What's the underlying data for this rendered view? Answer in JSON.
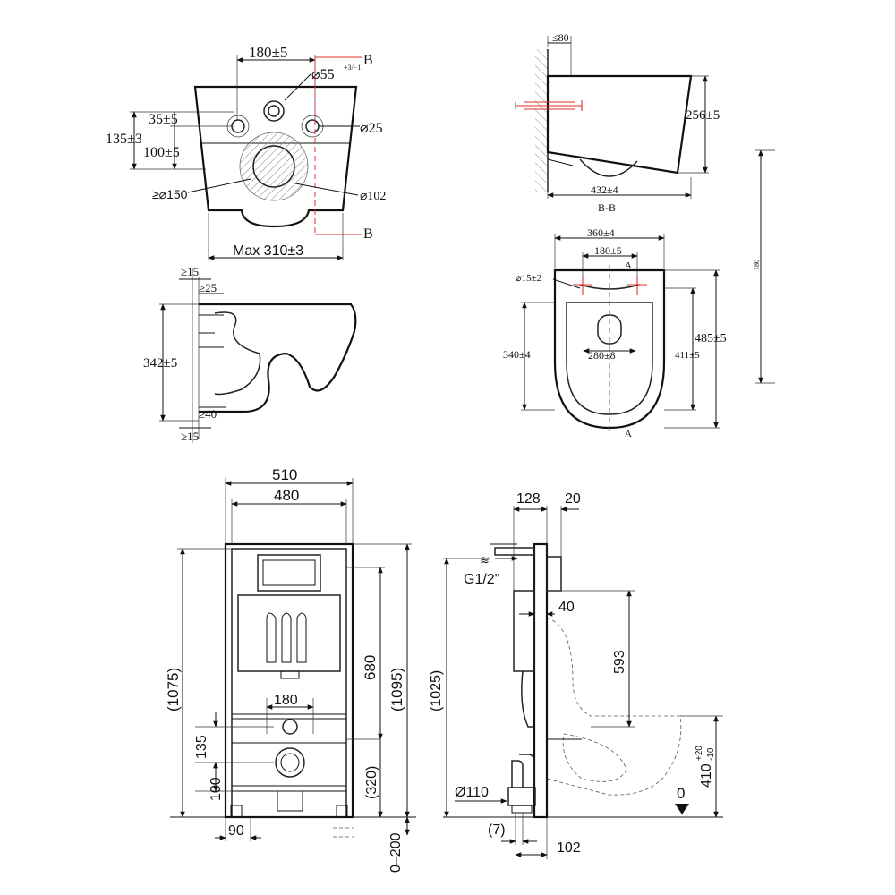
{
  "top_view": {
    "dim_180": "180±5",
    "dim_55": "⌀55",
    "dim_55_tol": "+3/−1",
    "label_b": "B",
    "dim_35": "35±5",
    "dim_135": "135±3",
    "dim_100": "100±5",
    "dim_25": "⌀25",
    "dim_150": "≥⌀150",
    "dim_102": "⌀102",
    "dim_max310": "Max 310±3"
  },
  "section_bb": {
    "dim_80": "≤80",
    "dim_256": "256±5",
    "dim_432": "432±4",
    "caption": "B-B"
  },
  "side_view": {
    "dim_15_top": "≥15",
    "dim_25": "≥25",
    "dim_342": "342±5",
    "dim_40": "≥40",
    "dim_15_bottom": "≥15"
  },
  "plan_view": {
    "dim_360": "360±4",
    "dim_180": "180±5",
    "label_a": "A",
    "dim_15": "⌀15±2",
    "dim_340": "340±4",
    "dim_280": "280±8",
    "dim_485": "485±5",
    "dim_411": "411±5",
    "dim_side": "180"
  },
  "frame_front": {
    "dim_510": "510",
    "dim_480": "480",
    "dim_1075": "(1075)",
    "dim_680": "680",
    "dim_1095": "(1095)",
    "dim_180": "180",
    "dim_135": "135",
    "dim_100": "100",
    "dim_320": "(320)",
    "dim_90": "90",
    "dim_0_200": "0–200"
  },
  "frame_side": {
    "dim_128": "128",
    "dim_20": "20",
    "g12": "G1/2\"",
    "dim_40": "40",
    "dim_1025": "(1025)",
    "dim_593": "593",
    "dim_410": "410",
    "dim_410_tol_up": "+20",
    "dim_410_tol_dn": "-10",
    "zero": "0",
    "dim_110": "Ø110",
    "dim_7": "(7)",
    "dim_102": "102"
  }
}
